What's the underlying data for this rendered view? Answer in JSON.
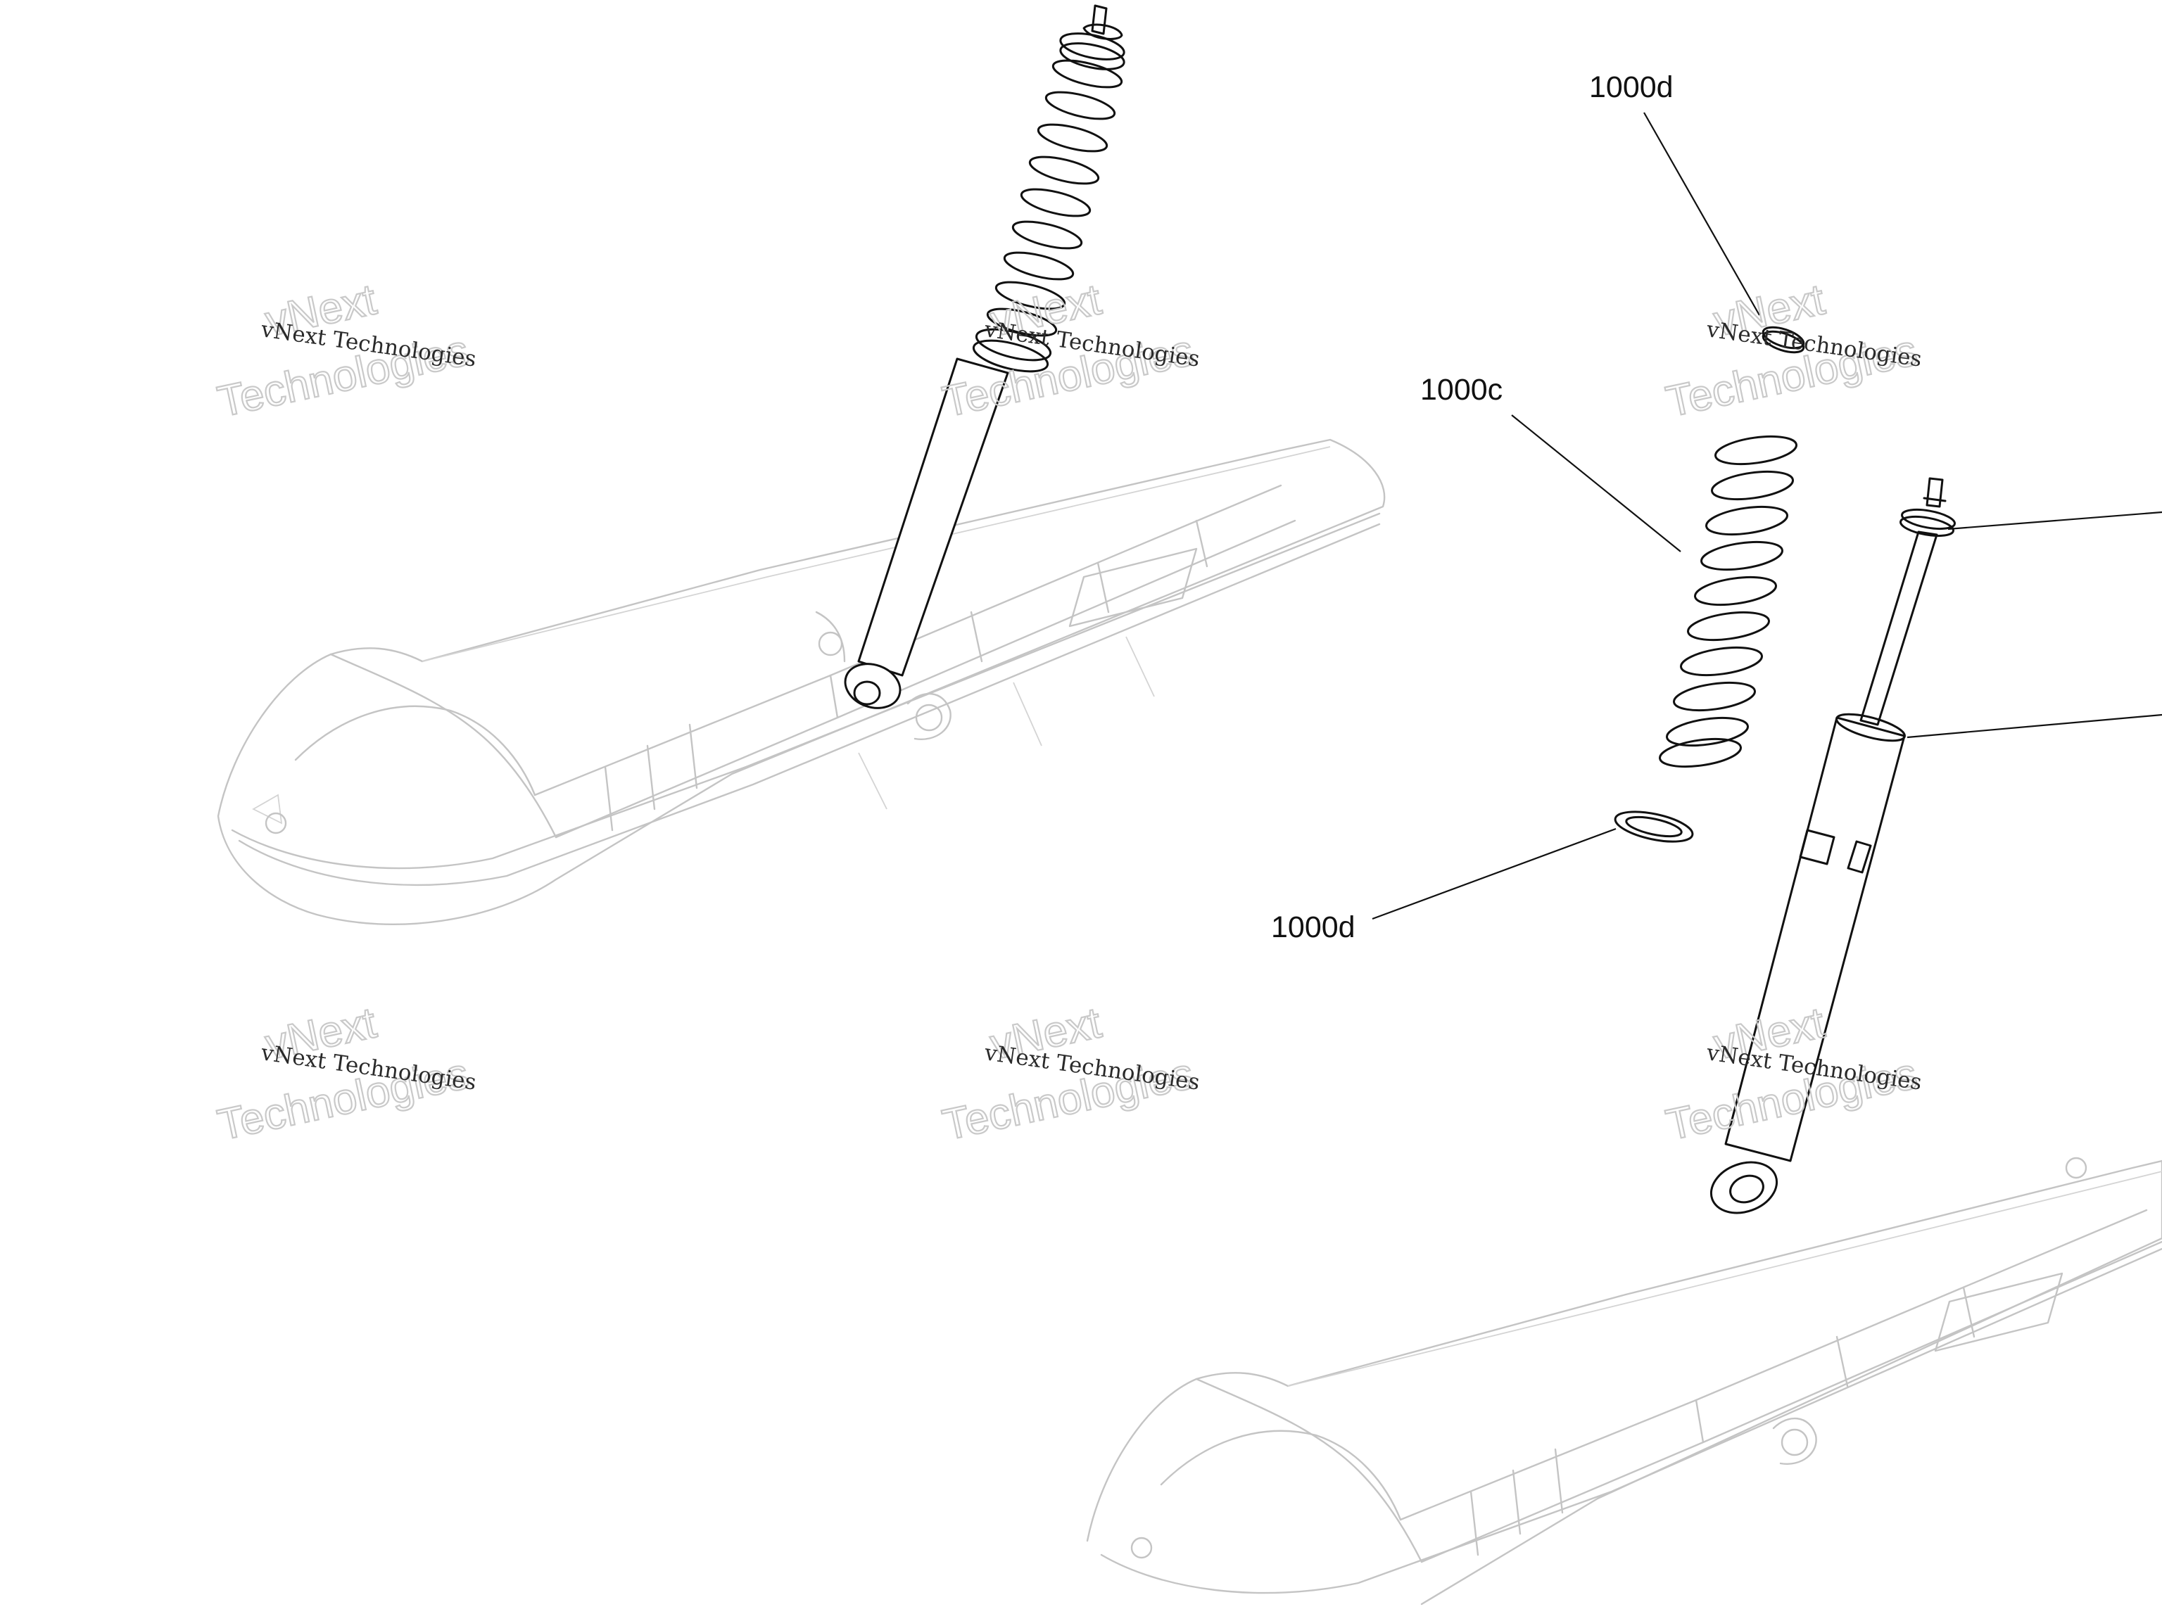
{
  "callouts": {
    "spring": "1000c",
    "retainer_top": "1000d",
    "washer_bottom": "1000d"
  },
  "watermark": {
    "brand": "vNext Technologies",
    "word_top": "vNext",
    "word_bottom": "Technologies"
  },
  "colors": {
    "line_art": "#111111",
    "ghost_art": "#c4c4c4",
    "background": "#ffffff"
  }
}
